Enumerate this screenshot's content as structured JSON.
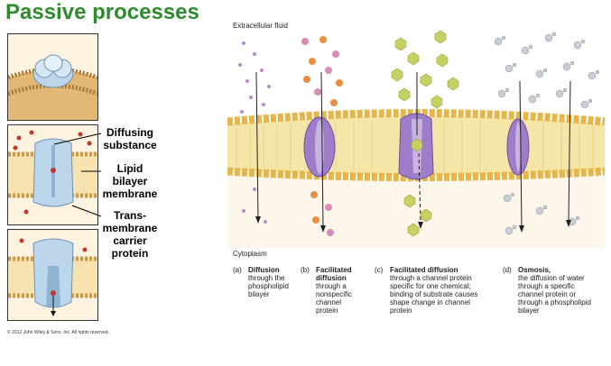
{
  "title": "Passive processes",
  "side_labels": {
    "diffusing": "Diffusing substance",
    "lipid": "Lipid bilayer membrane",
    "protein": "Trans-membrane carrier protein"
  },
  "copyright": "© 2012 John Wiley & Sons, Inc. All rights reserved.",
  "figure": {
    "top_label": "Extracellular fluid",
    "bottom_label": "Cytoplasm",
    "captions": [
      {
        "letter": "(a)",
        "bold": "Diffusion",
        "text": "through the phospholipid bilayer"
      },
      {
        "letter": "(b)",
        "bold": "Facilitated diffusion",
        "text": "through a nonspecific channel protein"
      },
      {
        "letter": "(c)",
        "bold": "Facilitated diffusion",
        "text": "through a channel protein specific for one chemical; binding of substrate causes shape change in channel protein"
      },
      {
        "letter": "(d)",
        "bold": "Osmosis,",
        "text": "the diffusion of water through a specific channel protein or through a phospholipid bilayer"
      }
    ]
  },
  "colors": {
    "title": "#2e8b2e",
    "lipid_head": "#f2c55c",
    "lipid_tail": "#f5e6a8",
    "protein": "#9e7ec9",
    "water": "#c9ced6",
    "small_molecule": "#b78bc9",
    "facilitated_molecule_a": "#e98f42",
    "facilitated_molecule_b": "#d98cb8",
    "hexagon_molecule": "#c7d163",
    "panel_protein": "#bcd7ec"
  }
}
